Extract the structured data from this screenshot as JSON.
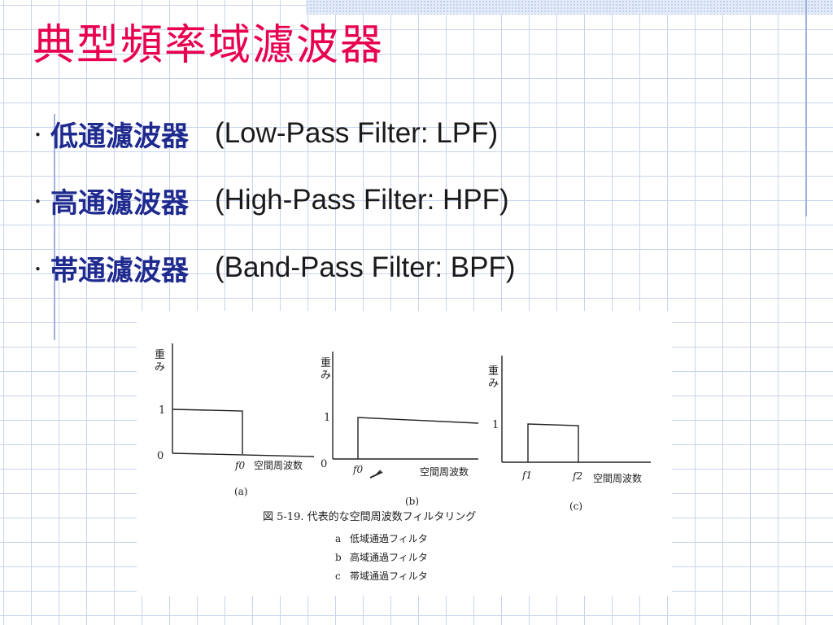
{
  "slide": {
    "title": "典型頻率域濾波器",
    "bullets": [
      {
        "marker": "･",
        "jp": "低通濾波器",
        "en": "(Low-Pass Filter: LPF)"
      },
      {
        "marker": "･",
        "jp": "高通濾波器",
        "en": "(High-Pass Filter: HPF)"
      },
      {
        "marker": "･",
        "jp": "帯通濾波器",
        "en": "(Band-Pass Filter: BPF)"
      }
    ]
  },
  "figure": {
    "panels": [
      {
        "id": "a",
        "panel_label": "(a)",
        "y_label_1": "重",
        "y_label_2": "み",
        "tick_one": "1",
        "tick_zero": "0",
        "f_labels": [
          "f0"
        ],
        "x_label": "空間周波数"
      },
      {
        "id": "b",
        "panel_label": "(b)",
        "y_label_1": "重",
        "y_label_2": "み",
        "tick_one": "1",
        "tick_zero": "0",
        "f_labels": [
          "f0"
        ],
        "x_label": "空間周波数"
      },
      {
        "id": "c",
        "panel_label": "(c)",
        "y_label_1": "重",
        "y_label_2": "み",
        "tick_one": "1",
        "f_labels": [
          "f1",
          "f2"
        ],
        "x_label": "空間周波数"
      }
    ],
    "caption": "図 5-19. 代表的な空間周波数フィルタリング",
    "legend": [
      {
        "key": "a",
        "text": "低域通過フィルタ"
      },
      {
        "key": "b",
        "text": "高域通過フィルタ"
      },
      {
        "key": "c",
        "text": "帯域通過フィルタ"
      }
    ],
    "line_color": "#222222"
  },
  "colors": {
    "title": "#e8004f",
    "bullet_jp": "#1f2a8f",
    "grid": "#c9d3ee"
  }
}
